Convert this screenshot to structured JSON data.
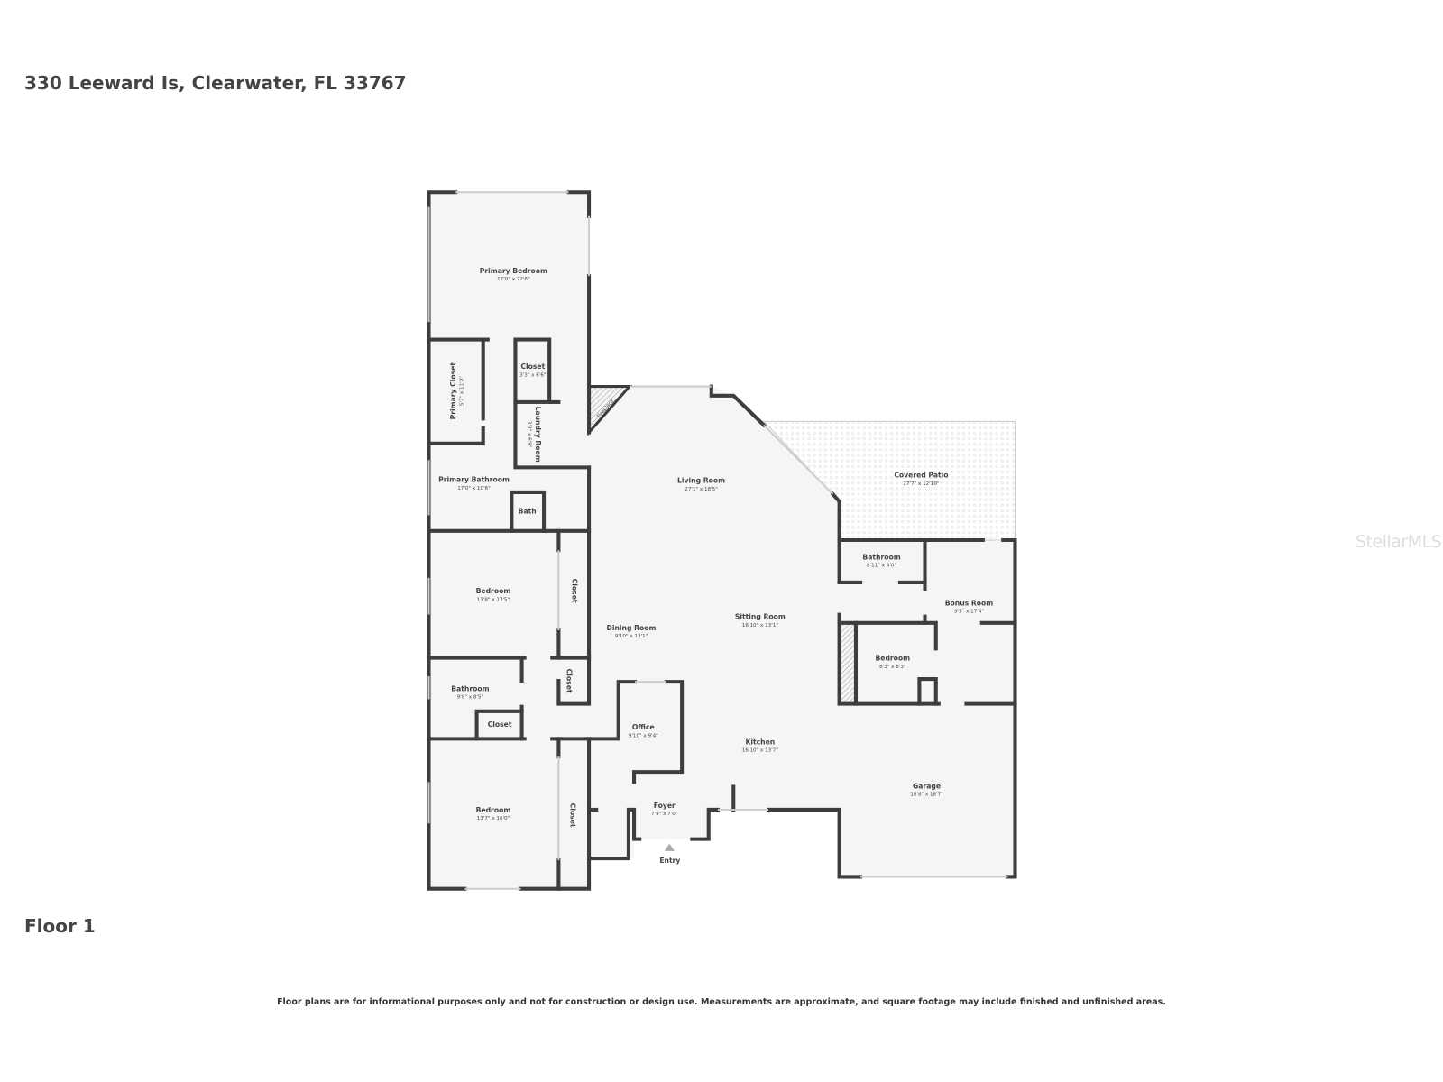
{
  "header": {
    "address": "330 Leeward Is, Clearwater, FL 33767"
  },
  "floor_label": "Floor 1",
  "disclaimer": "Floor plans are for informational purposes only and not for construction or design use. Measurements are approximate, and square footage may include finished and unfinished areas.",
  "watermark": "StellarMLS",
  "rooms": {
    "primary_bedroom": {
      "name": "Primary Bedroom",
      "dims": "17'0\" x 22'6\""
    },
    "primary_closet": {
      "name": "Primary Closet",
      "dims": "5'7\" x 11'0\""
    },
    "closet_a": {
      "name": "Closet",
      "dims": "3'3\" x 6'6\""
    },
    "laundry": {
      "name": "Laundry Room",
      "dims": "3'3\" x 6'9\""
    },
    "fireplace": {
      "name": "Fireplace"
    },
    "primary_bathroom": {
      "name": "Primary Bathroom",
      "dims": "17'0\" x 10'6\""
    },
    "bath": {
      "name": "Bath"
    },
    "bedroom_1": {
      "name": "Bedroom",
      "dims": "13'8\" x 13'5\""
    },
    "closet_b": {
      "name": "Closet"
    },
    "closet_c": {
      "name": "Closet"
    },
    "bathroom_1": {
      "name": "Bathroom",
      "dims": "9'8\" x 8'5\""
    },
    "closet_d": {
      "name": "Closet"
    },
    "bedroom_2": {
      "name": "Bedroom",
      "dims": "13'7\" x 16'0\""
    },
    "closet_e": {
      "name": "Closet"
    },
    "living_room": {
      "name": "Living Room",
      "dims": "27'1\" x 18'5\""
    },
    "dining_room": {
      "name": "Dining Room",
      "dims": "9'10\" x 13'1\""
    },
    "sitting_room": {
      "name": "Sitting Room",
      "dims": "16'10\" x 13'1\""
    },
    "office": {
      "name": "Office",
      "dims": "9'10\" x 9'4\""
    },
    "kitchen": {
      "name": "Kitchen",
      "dims": "16'10\" x 13'7\""
    },
    "foyer": {
      "name": "Foyer",
      "dims": "7'9\" x 7'0\""
    },
    "entry": {
      "name": "Entry"
    },
    "covered_patio": {
      "name": "Covered Patio",
      "dims": "27'7\" x 12'10\""
    },
    "bathroom_2": {
      "name": "Bathroom",
      "dims": "8'11\" x 4'0\""
    },
    "bonus_room": {
      "name": "Bonus Room",
      "dims": "9'5\" x 17'4\""
    },
    "bedroom_3": {
      "name": "Bedroom",
      "dims": "8'3\" x 8'3\""
    },
    "garage": {
      "name": "Garage",
      "dims": "18'8\" x 18'7\""
    }
  }
}
